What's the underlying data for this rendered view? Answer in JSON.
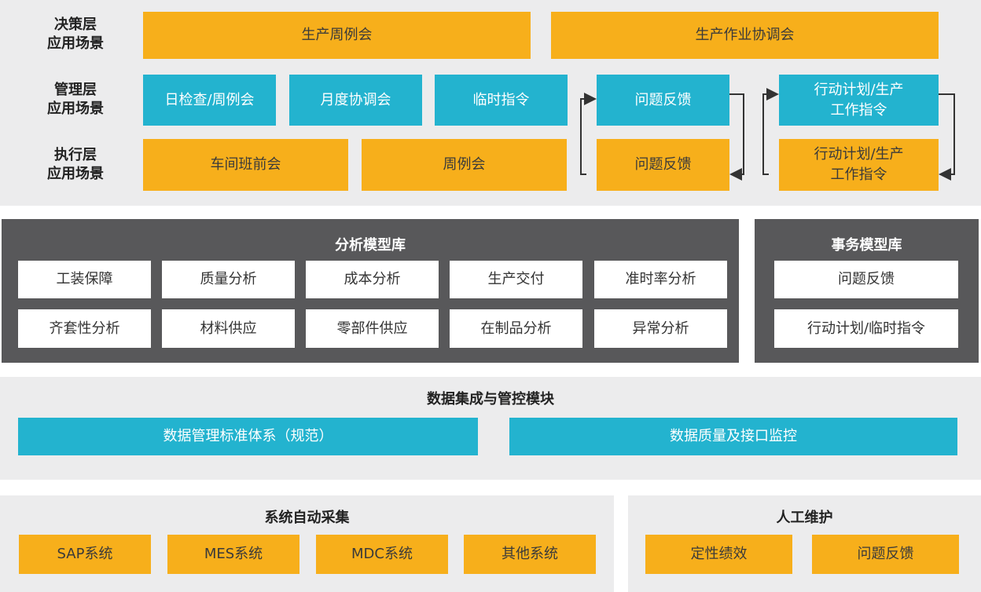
{
  "application_layer": {
    "rows": [
      {
        "label_line1": "决策层",
        "label_line2": "应用场景"
      },
      {
        "label_line1": "管理层",
        "label_line2": "应用场景"
      },
      {
        "label_line1": "执行层",
        "label_line2": "应用场景"
      }
    ],
    "decision": [
      "生产周例会",
      "生产作业协调会"
    ],
    "management": [
      "日检查/周例会",
      "月度协调会",
      "临时指令",
      "问题反馈"
    ],
    "management_action": {
      "line1": "行动计划/生产",
      "line2": "工作指令"
    },
    "execution": [
      "车间班前会",
      "周例会",
      "问题反馈"
    ],
    "execution_action": {
      "line1": "行动计划/生产",
      "line2": "工作指令"
    }
  },
  "analysis_models": {
    "title": "分析模型库",
    "row1": [
      "工装保障",
      "质量分析",
      "成本分析",
      "生产交付",
      "准时率分析"
    ],
    "row2": [
      "齐套性分析",
      "材料供应",
      "零部件供应",
      "在制品分析",
      "异常分析"
    ]
  },
  "transaction_models": {
    "title": "事务模型库",
    "items": [
      "问题反馈",
      "行动计划/临时指令"
    ]
  },
  "data_integration": {
    "title": "数据集成与管控模块",
    "items": [
      "数据管理标准体系（规范）",
      "数据质量及接口监控"
    ]
  },
  "auto_collection": {
    "title": "系统自动采集",
    "items": [
      "SAP系统",
      "MES系统",
      "MDC系统",
      "其他系统"
    ]
  },
  "manual_maintenance": {
    "title": "人工维护",
    "items": [
      "定性绩效",
      "问题反馈"
    ]
  },
  "colors": {
    "orange": "#f7af1b",
    "blue": "#23b3cf",
    "dark_panel": "#58585a",
    "light_panel": "#ececed"
  }
}
